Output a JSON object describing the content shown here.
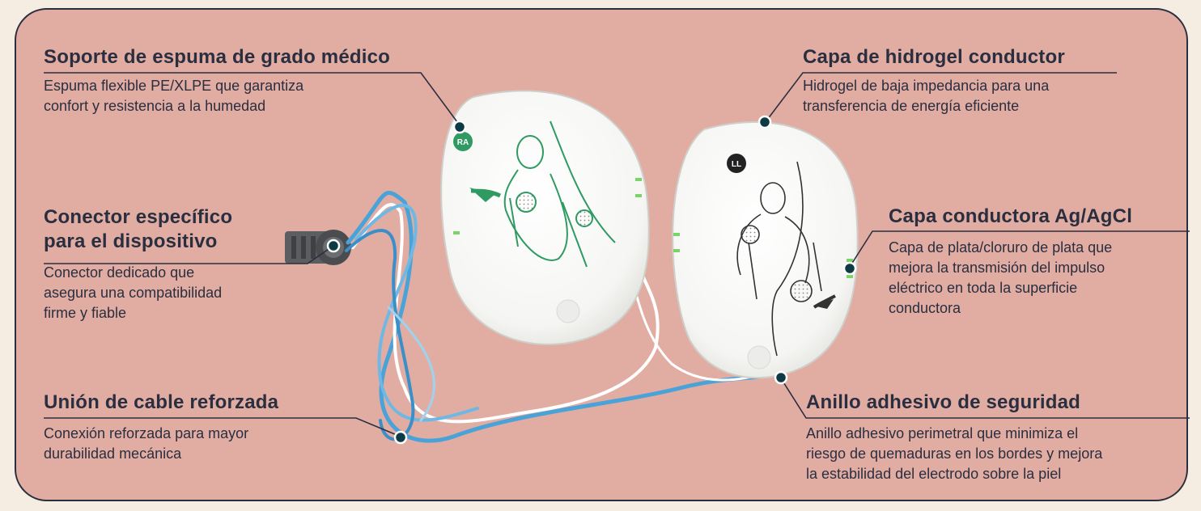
{
  "callouts": {
    "foam": {
      "title": "Soporte de espuma de grado médico",
      "lines": [
        "Espuma flexible PE/XLPE que garantiza",
        "confort y resistencia a la humedad"
      ]
    },
    "connector": {
      "title_lines": [
        "Conector específico",
        "para el dispositivo"
      ],
      "lines": [
        "Conector dedicado que",
        "asegura una compatibilidad",
        "firme y fiable"
      ]
    },
    "union": {
      "title": "Unión de cable reforzada",
      "lines": [
        "Conexión reforzada para mayor",
        "durabilidad mecánica"
      ]
    },
    "hydrogel": {
      "title": "Capa de hidrogel conductor",
      "lines": [
        "Hidrogel de baja impedancia para una",
        "transferencia de energía eficiente"
      ]
    },
    "agagcl": {
      "title": "Capa conductora Ag/AgCl",
      "lines": [
        "Capa de plata/cloruro de plata que",
        "mejora la transmisión del impulso",
        "eléctrico en toda la superficie",
        "conductora"
      ]
    },
    "ring": {
      "title": "Anillo adhesivo de seguridad",
      "lines": [
        "Anillo adhesivo perimetral que minimiza el",
        "riesgo de quemaduras en los bordes y mejora",
        "la estabilidad del electrodo sobre la piel"
      ]
    }
  },
  "pads": {
    "left_badge": "RA",
    "right_badge": "LL"
  },
  "colors": {
    "panel": "#e1ada3",
    "border": "#2a2e3f",
    "text": "#2a2e3f",
    "background": "#f6ede2",
    "cable": "#4aa3d8",
    "pad_print_green": "#2f9a62",
    "marker": "#0e3a44"
  }
}
